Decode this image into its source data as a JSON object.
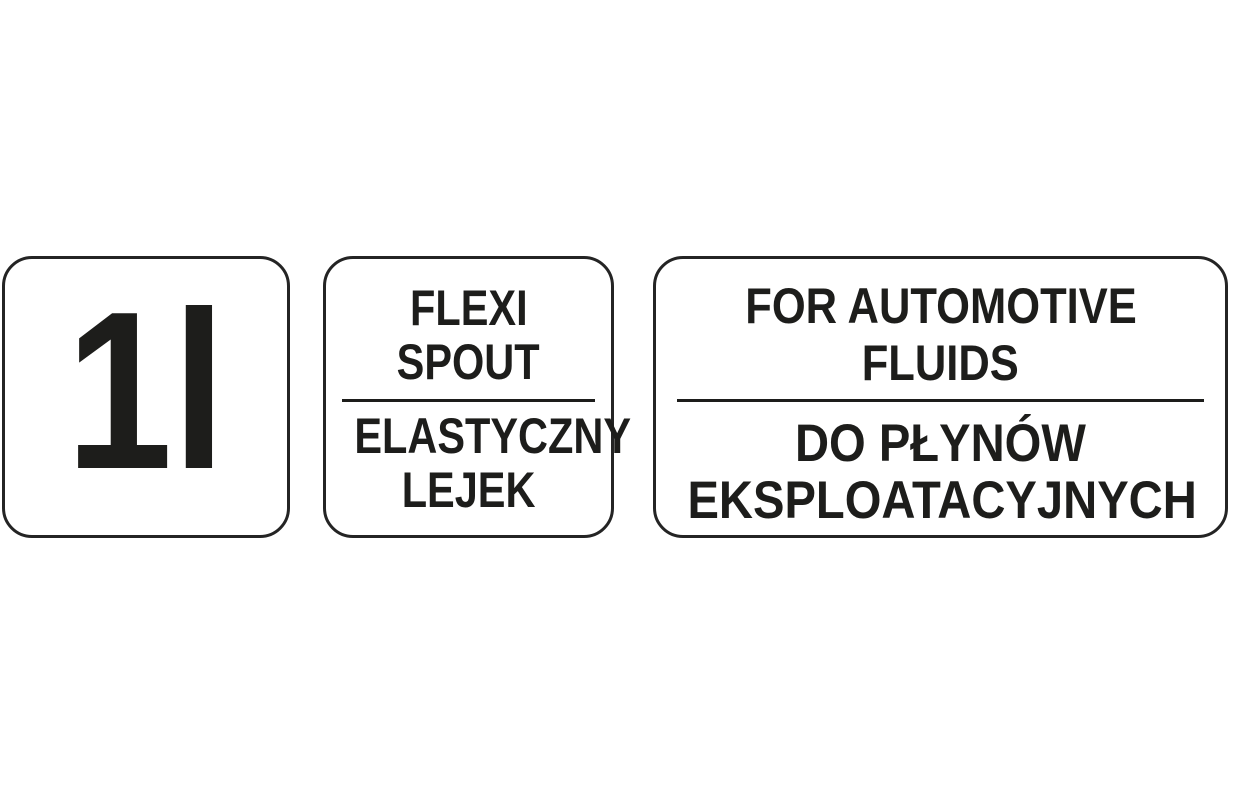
{
  "colors": {
    "background": "#ffffff",
    "border": "#242424",
    "text": "#1d1d1b"
  },
  "badges": {
    "capacity": {
      "text": "1l"
    },
    "flexi_spout": {
      "top_lines": {
        "line1": "FLEXI",
        "line2": "SPOUT"
      },
      "bottom_lines": {
        "line1": "ELASTYCZNY",
        "line2": "LEJEK"
      }
    },
    "automotive_fluids": {
      "top_lines": {
        "line1": "FOR AUTOMOTIVE",
        "line2": "FLUIDS"
      },
      "bottom_lines": {
        "line1": "DO PŁYNÓW",
        "line2": "EKSPLOATACYJNYCH"
      }
    }
  }
}
